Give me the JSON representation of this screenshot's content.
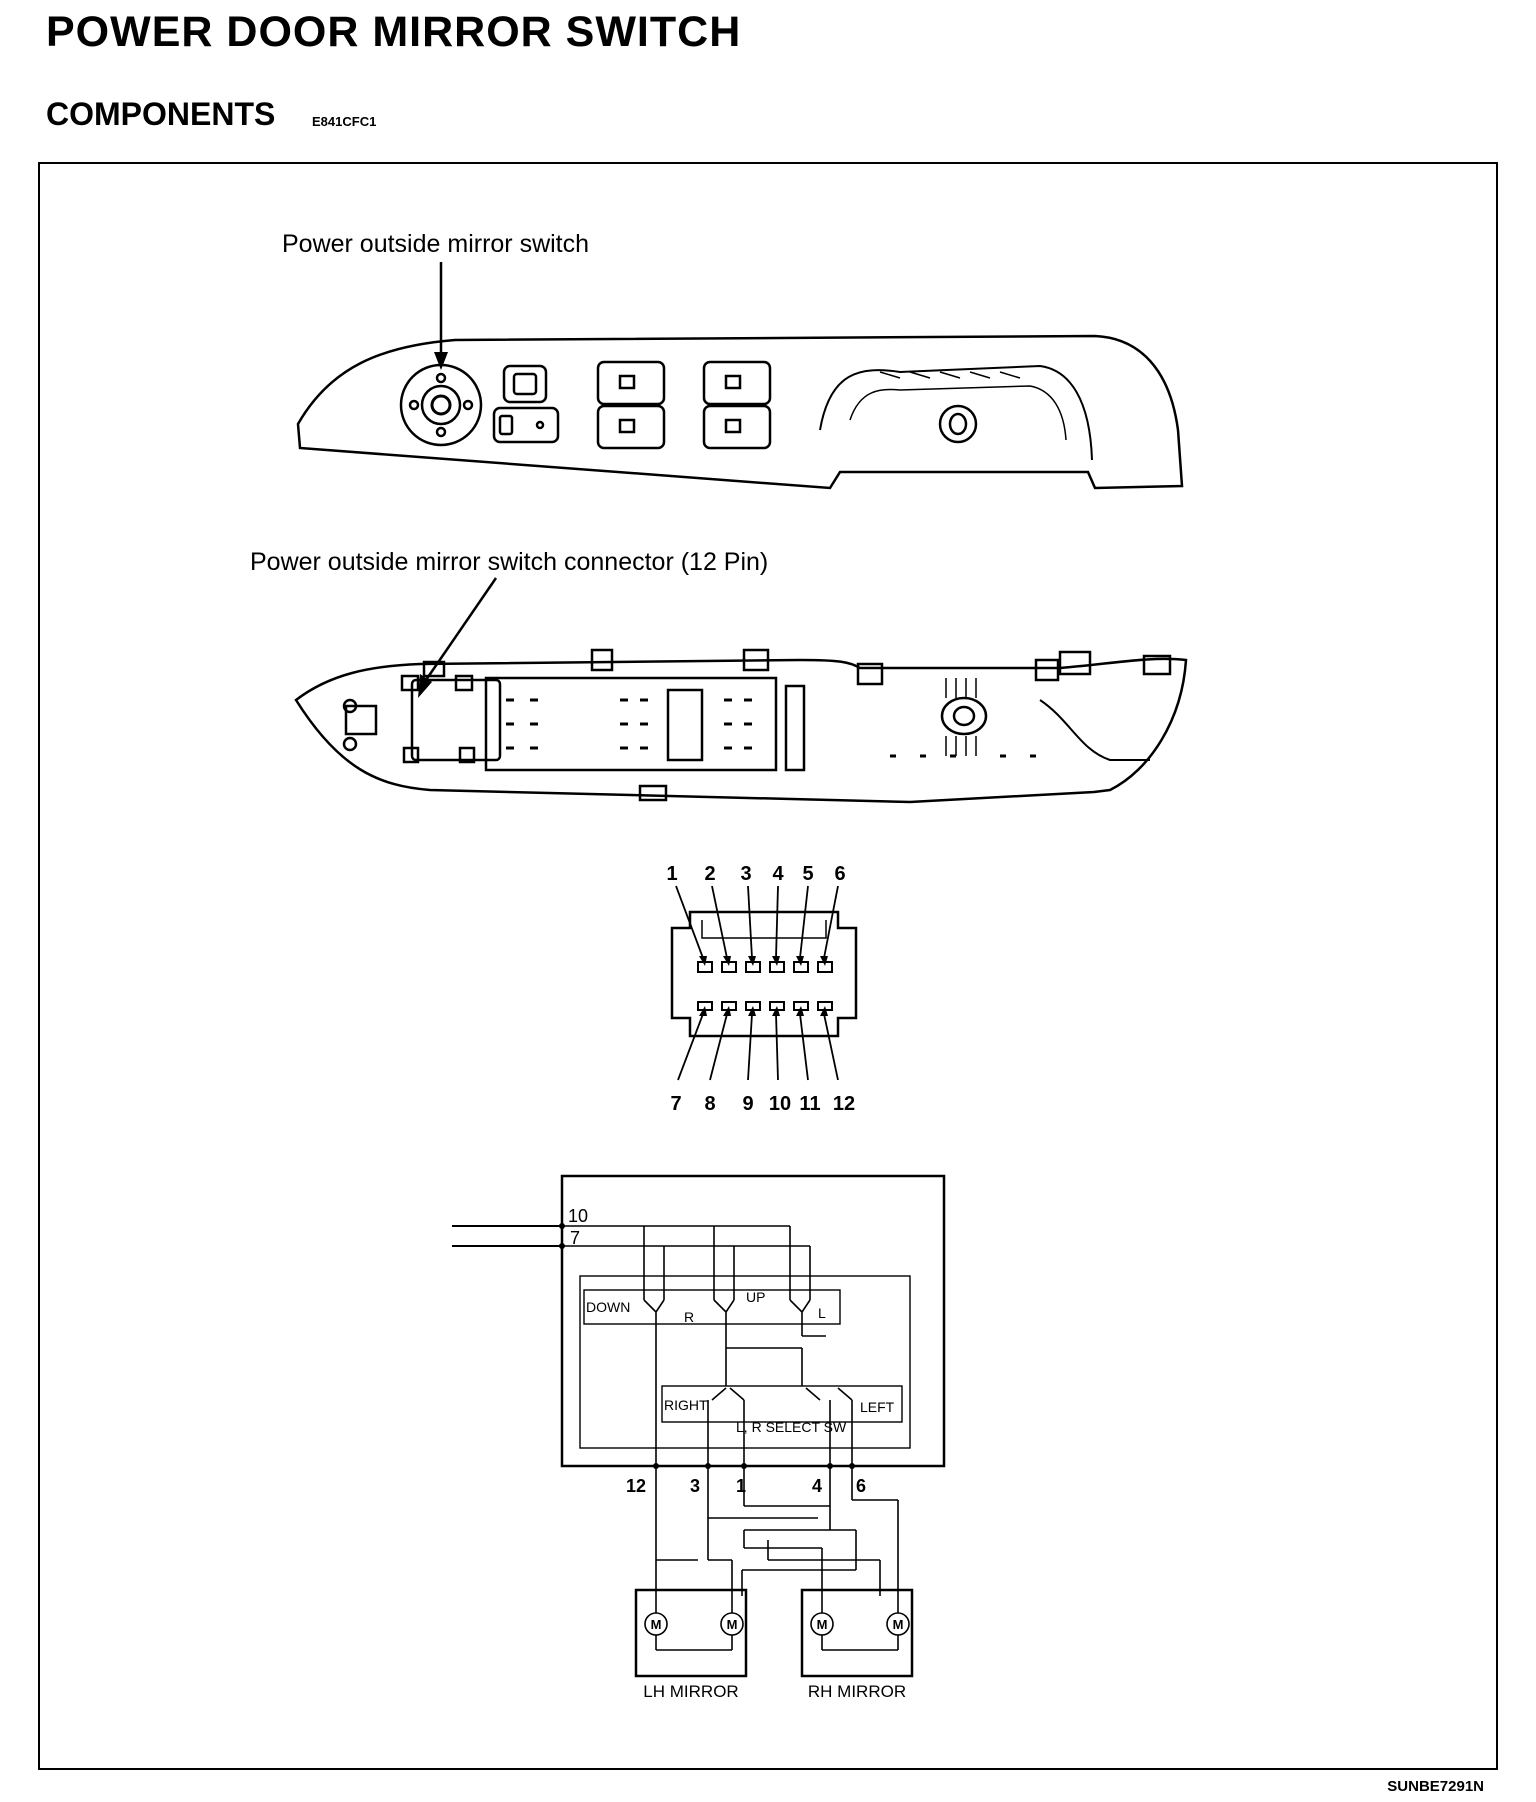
{
  "page": {
    "title": "POWER DOOR MIRROR SWITCH",
    "section": "COMPONENTS",
    "section_code": "E841CFC1",
    "figure_code": "SUNBE7291N"
  },
  "callouts": {
    "switch": "Power outside mirror switch",
    "connector": "Power outside mirror switch connector (12 Pin)"
  },
  "connector_pins": {
    "top": [
      "1",
      "2",
      "3",
      "4",
      "5",
      "6"
    ],
    "bottom": [
      "7",
      "8",
      "9",
      "10",
      "11",
      "12"
    ]
  },
  "schematic": {
    "input_pins": [
      "10",
      "7"
    ],
    "labels": {
      "down": "DOWN",
      "up": "UP",
      "r": "R",
      "l": "L",
      "right": "RIGHT",
      "left": "LEFT",
      "select": "L, R SELECT SW"
    },
    "output_pins": [
      "12",
      "3",
      "1",
      "4",
      "6"
    ],
    "motor_symbol": "M",
    "mirrors": [
      "LH MIRROR",
      "RH MIRROR"
    ]
  }
}
